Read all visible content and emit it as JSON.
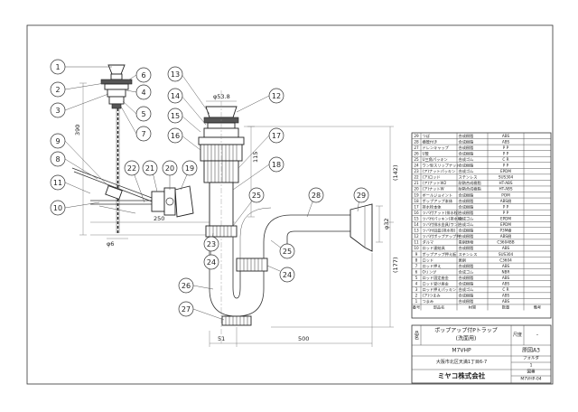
{
  "drawing": {
    "callouts": [
      "1",
      "2",
      "3",
      "4",
      "5",
      "6",
      "7",
      "8",
      "9",
      "10",
      "11",
      "12",
      "13",
      "14",
      "15",
      "16",
      "17",
      "18",
      "19",
      "20",
      "21",
      "22",
      "23",
      "24",
      "25",
      "26",
      "27",
      "28",
      "29",
      "24",
      "25"
    ],
    "dimensions": {
      "d538": "φ53.8",
      "d390": "390",
      "d6": "φ6",
      "d250": "250",
      "d115": "115",
      "d142": "(142)",
      "d32": "φ32",
      "d177": "(177)",
      "d51": "51",
      "d500": "500"
    }
  },
  "parts_table": {
    "header": {
      "no": "番号",
      "name": "部品名",
      "material": "材質",
      "qty": "数量",
      "note": "備考"
    },
    "rows": [
      {
        "no": "29",
        "name": "つば",
        "material": "合成樹脂",
        "qty": "ABS"
      },
      {
        "no": "28",
        "name": "横管付き",
        "material": "合成樹脂",
        "qty": "ABS"
      },
      {
        "no": "27",
        "name": "ドレンキャップ",
        "material": "合成樹脂",
        "qty": "P P"
      },
      {
        "no": "26",
        "name": "U管",
        "material": "合成樹脂",
        "qty": "P P"
      },
      {
        "no": "25",
        "name": "U三角パッキン",
        "material": "合成ゴム",
        "qty": "C R"
      },
      {
        "no": "24",
        "name": "ワン型スリップナット",
        "material": "合成樹脂",
        "qty": "P P"
      },
      {
        "no": "23",
        "name": "(ア)ナットパッキン",
        "material": "合成ゴム",
        "qty": "EPDM"
      },
      {
        "no": "22",
        "name": "(ア)ロッド",
        "material": "ステンレス",
        "qty": "SUS304"
      },
      {
        "no": "21",
        "name": "(ア)ナットW2",
        "material": "耐熱合成樹脂",
        "qty": "HT-ABS"
      },
      {
        "no": "20",
        "name": "(ア)ナットW",
        "material": "耐熱合成樹脂",
        "qty": "HT-ABS"
      },
      {
        "no": "19",
        "name": "ボールジョイント",
        "material": "合成樹脂",
        "qty": "POM"
      },
      {
        "no": "18",
        "name": "ポップアップ本体",
        "material": "合成樹脂",
        "qty": "ABS樹"
      },
      {
        "no": "17",
        "name": "排水栓本体",
        "material": "合成樹脂",
        "qty": "P P"
      },
      {
        "no": "16",
        "name": "ツバ付ナット(排水栓)",
        "material": "合成樹脂",
        "qty": "P P"
      },
      {
        "no": "15",
        "name": "ツバ付パッキン(排水栓)",
        "material": "合成ゴム",
        "qty": "EPDM"
      },
      {
        "no": "14",
        "name": "ツバ付排水金具(ワン)",
        "material": "合成ゴム",
        "qty": "EPDM"
      },
      {
        "no": "13",
        "name": "ツバ付目皿(排水栓)",
        "material": "合成樹脂",
        "qty": "P3M樹"
      },
      {
        "no": "12",
        "name": "ツバ付ポップアップ弁",
        "material": "合成樹脂",
        "qty": "ABS樹"
      },
      {
        "no": "11",
        "name": "ダルマ",
        "material": "青銅鋳物",
        "qty": "C3604BB"
      },
      {
        "no": "10",
        "name": "ロッド連結具",
        "material": "合成樹脂",
        "qty": "ABS"
      },
      {
        "no": "9",
        "name": "ポップアップ押え板",
        "material": "ステンレス",
        "qty": "SUS304"
      },
      {
        "no": "8",
        "name": "ロッド",
        "material": "黄銅",
        "qty": "C3604"
      },
      {
        "no": "7",
        "name": "ロッド押え",
        "material": "合成樹脂",
        "qty": "ABS"
      },
      {
        "no": "6",
        "name": "Oリング",
        "material": "合成ゴム",
        "qty": "NBR"
      },
      {
        "no": "5",
        "name": "ロッド固定座金",
        "material": "合成樹脂",
        "qty": "ABS"
      },
      {
        "no": "4",
        "name": "ロッド受け座金",
        "material": "合成樹脂",
        "qty": "ABS"
      },
      {
        "no": "3",
        "name": "ロッド押えパッキン",
        "material": "合成ゴム",
        "qty": "C R"
      },
      {
        "no": "2",
        "name": "(ア)つまみ",
        "material": "合成樹脂",
        "qty": "ABS"
      },
      {
        "no": "1",
        "name": "つまみ",
        "material": "合成樹脂",
        "qty": "ABS"
      }
    ]
  },
  "title_block": {
    "name_label": "品名",
    "product_name": "ポップアップ付Pトラップ",
    "product_sub": "(洗面用)",
    "scale_label": "尺度",
    "scale_value": "-",
    "model_label": "品番",
    "model": "M7VHP",
    "sheet_size": "原図A3",
    "address": "大阪市北区天満1丁目6-7",
    "folder_label": "フォルダ",
    "folder_value": "1",
    "company": "ミヤコ株式会社",
    "drawing_no_label": "図番",
    "drawing_no": "M7VHP-04"
  }
}
